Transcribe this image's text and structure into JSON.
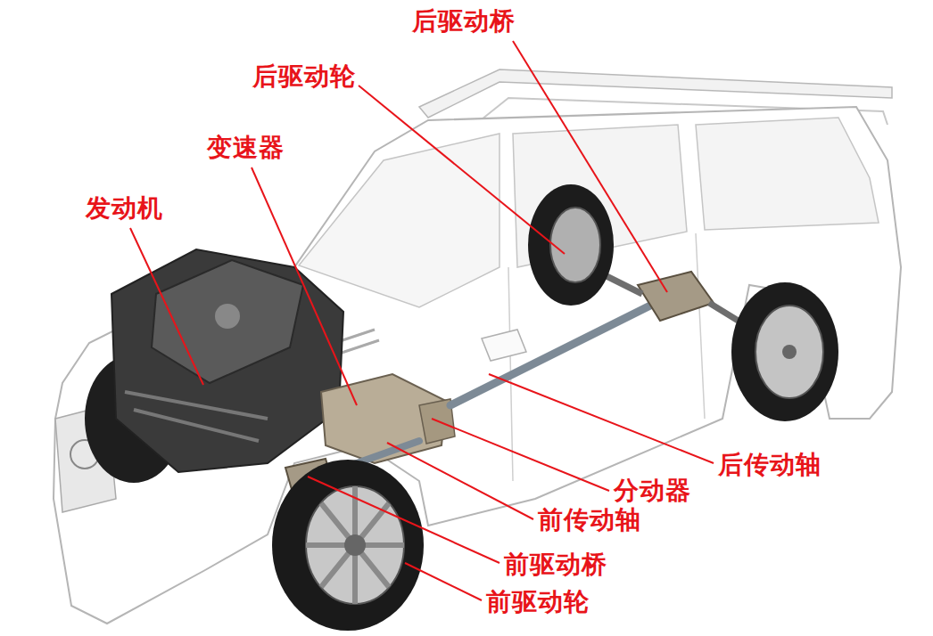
{
  "diagram": {
    "labels": [
      "后驱动桥",
      "后驱动轮",
      "变速器",
      "发动机",
      "后传动轴",
      "分动器",
      "前传动轴",
      "前驱动桥",
      "前驱动轮"
    ]
  }
}
